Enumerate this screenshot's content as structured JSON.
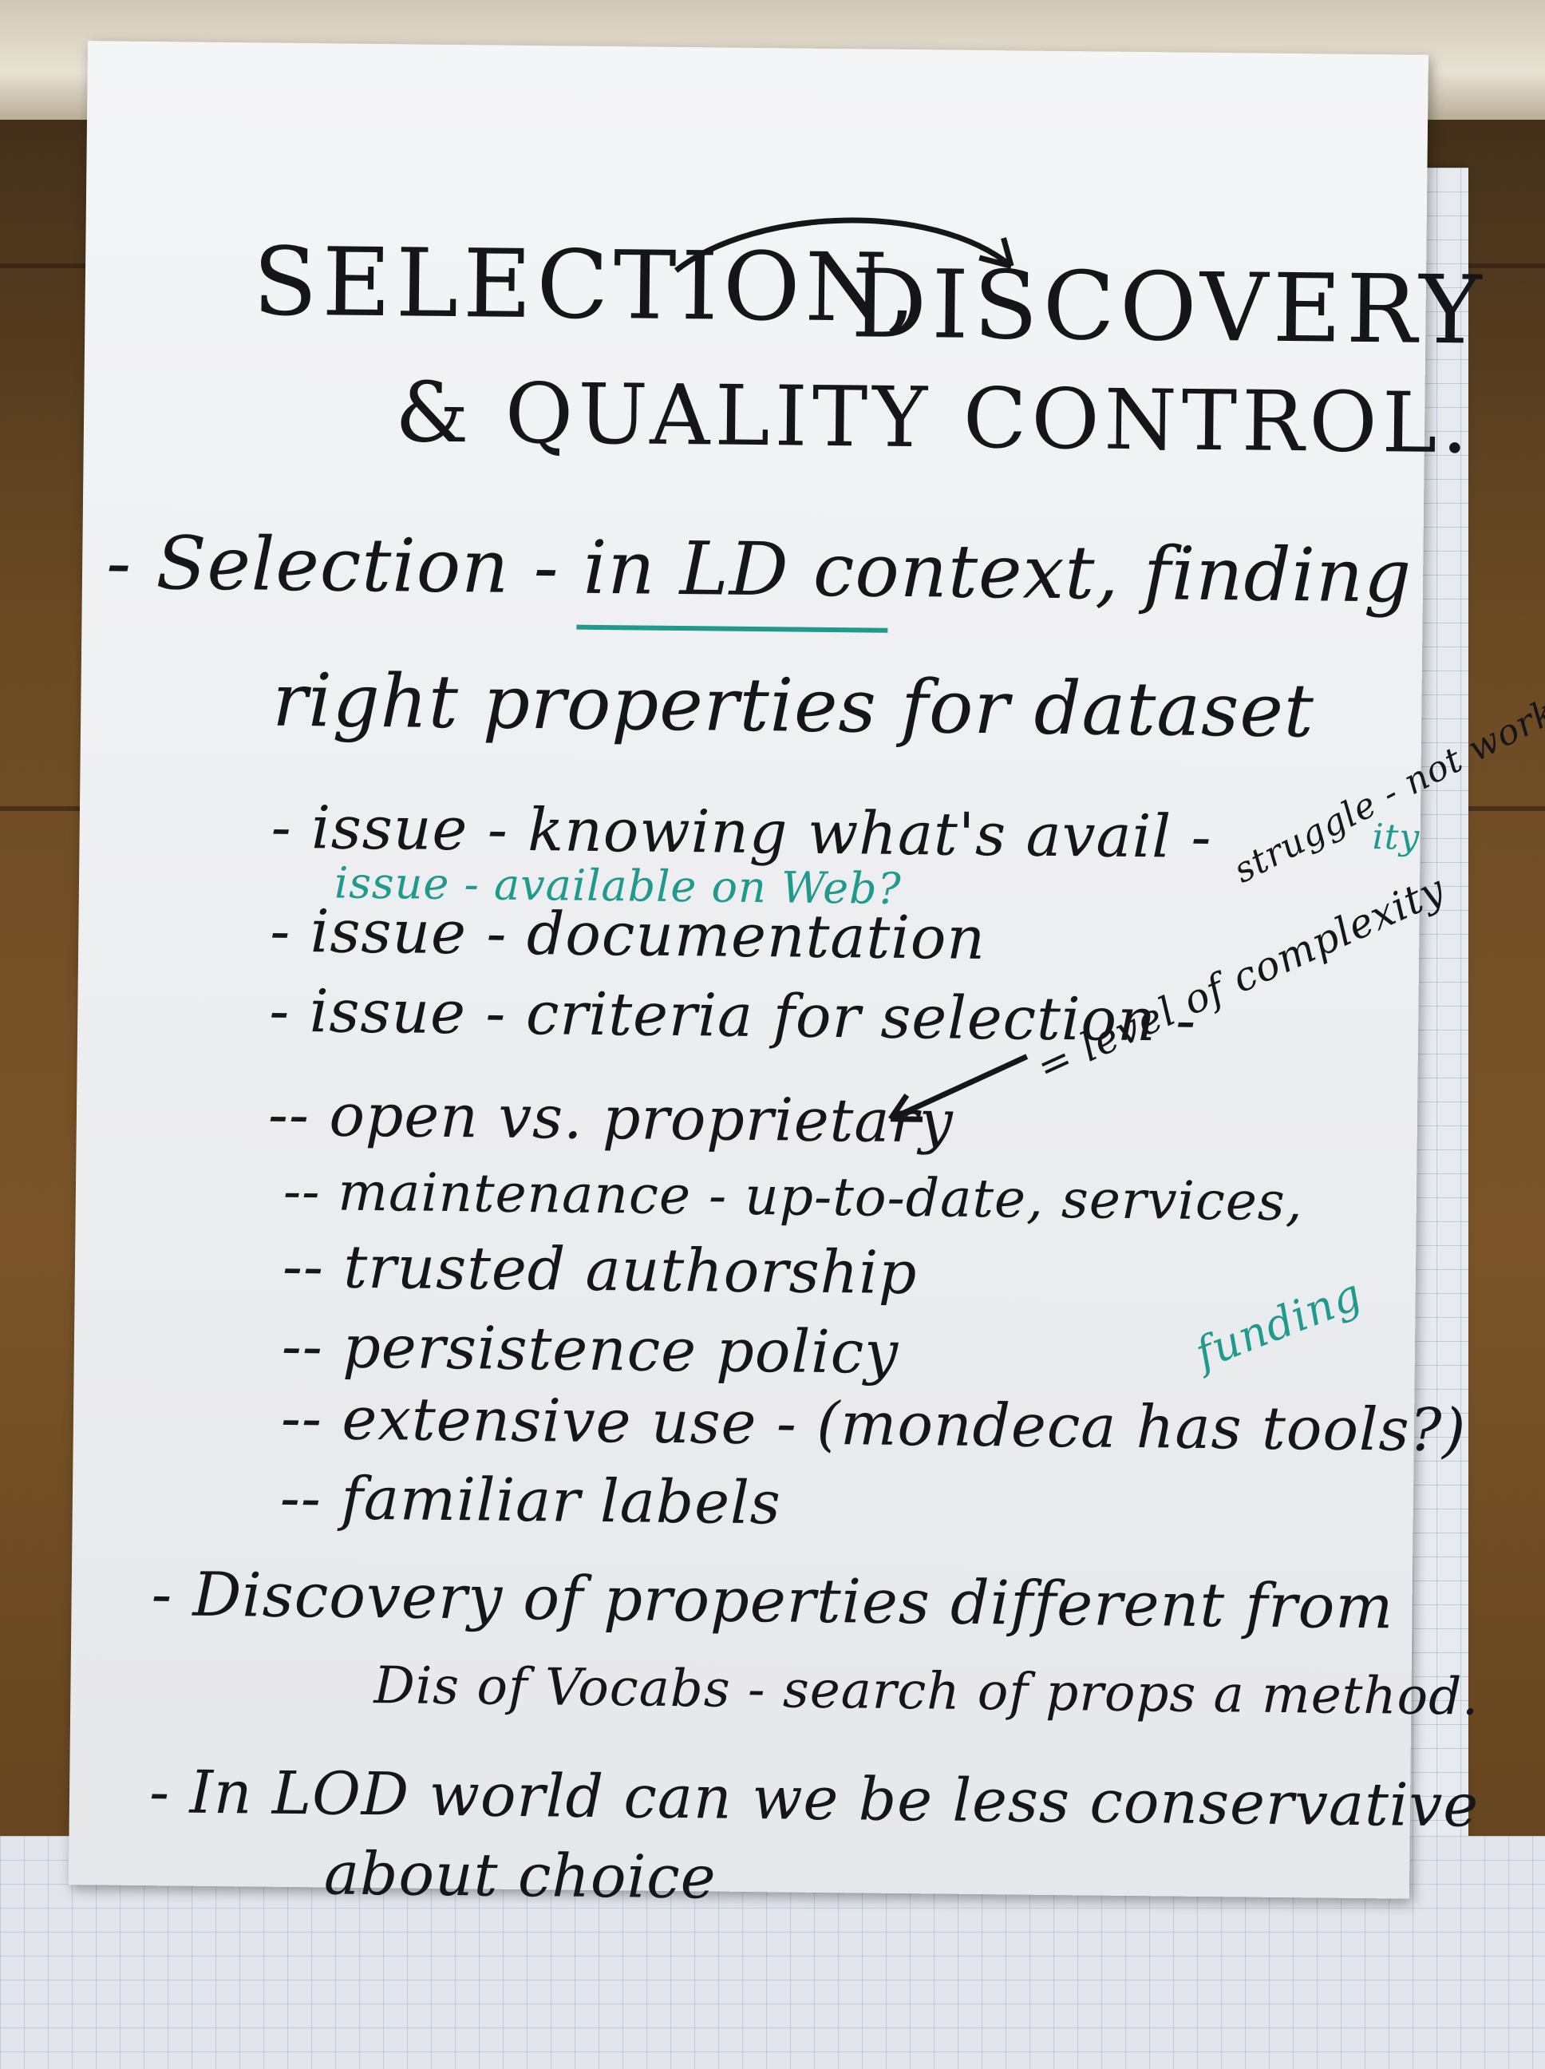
{
  "title": {
    "line1_a": "SELECTION,",
    "line1_b": "DISCOVERY",
    "line2": "& QUALITY CONTROL."
  },
  "lines": [
    {
      "text": "- Selection - in LD context, finding"
    },
    {
      "text": "right properties for dataset"
    },
    {
      "text": "- issue - knowing what's avail -"
    },
    {
      "text": "issue - available on Web?"
    },
    {
      "text": "- issue - documentation"
    },
    {
      "text": "- issue - criteria for selection -"
    },
    {
      "text": "-- open vs. proprietary"
    },
    {
      "text": "-- maintenance - up-to-date, services,"
    },
    {
      "text": "-- trusted authorship"
    },
    {
      "text": "-- persistence policy"
    },
    {
      "text": "-- extensive use - (mondeca has tools?)"
    },
    {
      "text": "-- familiar labels"
    },
    {
      "text": "- Discovery of properties different from"
    },
    {
      "text": "Dis of Vocabs - search of props a method."
    },
    {
      "text": "- In LOD world can we be less conservative"
    },
    {
      "text": "about choice"
    }
  ],
  "annotations": {
    "struggle": "struggle - not working",
    "complexity": "= level of complexity",
    "funding": "funding",
    "ity": "ity"
  },
  "colors": {
    "ink": "#16161a",
    "teal": "#1f9a8c",
    "paper": "#f0f1f3"
  }
}
